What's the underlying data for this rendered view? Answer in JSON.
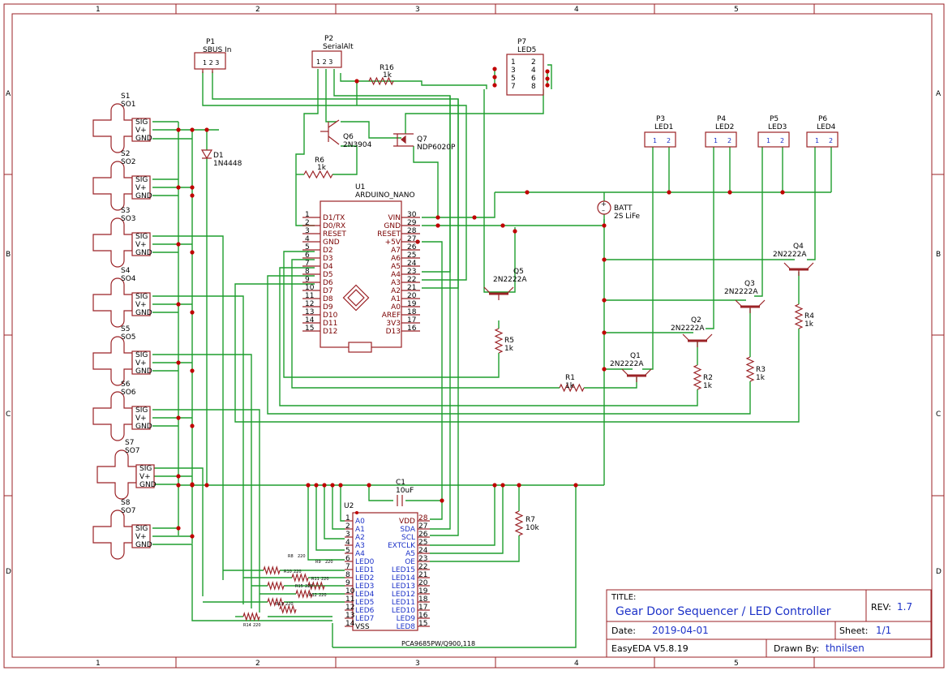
{
  "frame": {
    "columns": [
      "1",
      "2",
      "3",
      "4",
      "5"
    ],
    "rows": [
      "A",
      "B",
      "C",
      "D"
    ]
  },
  "title_block": {
    "title_label": "TITLE:",
    "title": "Gear Door Sequencer / LED Controller",
    "rev_label": "REV:",
    "rev": "1.7",
    "date_label": "Date:",
    "date": "2019-04-01",
    "sheet_label": "Sheet:",
    "sheet": "1/1",
    "tool": "EasyEDA V5.8.19",
    "drawn_label": "Drawn By:",
    "drawn_by": "thnilsen"
  },
  "connectors": {
    "p1": {
      "ref": "P1",
      "name": "SBUS In"
    },
    "p2": {
      "ref": "P2",
      "name": "SerialAlt"
    },
    "p7": {
      "ref": "P7",
      "name": "LED5",
      "pins_left": [
        "1",
        "3",
        "5",
        "7"
      ],
      "pins_right": [
        "2",
        "4",
        "6",
        "8"
      ]
    },
    "leds": [
      {
        "ref": "P3",
        "name": "LED1"
      },
      {
        "ref": "P4",
        "name": "LED2"
      },
      {
        "ref": "P5",
        "name": "LED3"
      },
      {
        "ref": "P6",
        "name": "LED4"
      }
    ]
  },
  "servos": [
    {
      "ref": "S1",
      "name": "SO1"
    },
    {
      "ref": "S2",
      "name": "SO2"
    },
    {
      "ref": "S3",
      "name": "SO3"
    },
    {
      "ref": "S4",
      "name": "SO4"
    },
    {
      "ref": "S5",
      "name": "SO5"
    },
    {
      "ref": "S6",
      "name": "SO6"
    },
    {
      "ref": "S7",
      "name": "SO7"
    },
    {
      "ref": "S8",
      "name": "SO7"
    }
  ],
  "servo_pins": [
    "SIG",
    "V+",
    "GND"
  ],
  "components": {
    "q6": {
      "ref": "Q6",
      "value": "2N3904"
    },
    "q7": {
      "ref": "Q7",
      "value": "NDP6020P"
    },
    "r16": {
      "ref": "R16",
      "value": "1k"
    },
    "r6": {
      "ref": "R6",
      "value": "1k"
    },
    "d1": {
      "ref": "D1",
      "value": "1N4448"
    },
    "batt": {
      "ref": "BATT",
      "value": "2S LiFe"
    },
    "q1": {
      "ref": "Q1",
      "value": "2N2222A"
    },
    "q2": {
      "ref": "Q2",
      "value": "2N2222A"
    },
    "q3": {
      "ref": "Q3",
      "value": "2N2222A"
    },
    "q4": {
      "ref": "Q4",
      "value": "2N2222A"
    },
    "q5": {
      "ref": "Q5",
      "value": "2N2222A"
    },
    "r1": {
      "ref": "R1",
      "value": "1k"
    },
    "r2": {
      "ref": "R2",
      "value": "1k"
    },
    "r3": {
      "ref": "R3",
      "value": "1k"
    },
    "r4": {
      "ref": "R4",
      "value": "1k"
    },
    "r5": {
      "ref": "R5",
      "value": "1k"
    },
    "r7": {
      "ref": "R7",
      "value": "10k"
    },
    "c1": {
      "ref": "C1",
      "value": "10uF"
    }
  },
  "u1": {
    "ref": "U1",
    "name": "ARDUINO_NANO",
    "left_pins": [
      {
        "num": "1",
        "name": "D1/TX"
      },
      {
        "num": "2",
        "name": "D0/RX"
      },
      {
        "num": "3",
        "name": "RESET"
      },
      {
        "num": "4",
        "name": "GND"
      },
      {
        "num": "5",
        "name": "D2"
      },
      {
        "num": "6",
        "name": "D3"
      },
      {
        "num": "7",
        "name": "D4"
      },
      {
        "num": "8",
        "name": "D5"
      },
      {
        "num": "9",
        "name": "D6"
      },
      {
        "num": "10",
        "name": "D7"
      },
      {
        "num": "11",
        "name": "D8"
      },
      {
        "num": "12",
        "name": "D9"
      },
      {
        "num": "13",
        "name": "D10"
      },
      {
        "num": "14",
        "name": "D11"
      },
      {
        "num": "15",
        "name": "D12"
      }
    ],
    "right_pins": [
      {
        "num": "30",
        "name": "VIN"
      },
      {
        "num": "29",
        "name": "GND"
      },
      {
        "num": "28",
        "name": "RESET"
      },
      {
        "num": "27",
        "name": "+5V"
      },
      {
        "num": "26",
        "name": "A7"
      },
      {
        "num": "25",
        "name": "A6"
      },
      {
        "num": "24",
        "name": "A5"
      },
      {
        "num": "23",
        "name": "A4"
      },
      {
        "num": "22",
        "name": "A3"
      },
      {
        "num": "21",
        "name": "A2"
      },
      {
        "num": "20",
        "name": "A1"
      },
      {
        "num": "19",
        "name": "A0"
      },
      {
        "num": "18",
        "name": "AREF"
      },
      {
        "num": "17",
        "name": "3V3"
      },
      {
        "num": "16",
        "name": "D13"
      }
    ]
  },
  "u2": {
    "ref": "U2",
    "part": "PCA9685PW/Q900,118",
    "left_pins": [
      {
        "num": "1",
        "name": "A0"
      },
      {
        "num": "2",
        "name": "A1"
      },
      {
        "num": "3",
        "name": "A2"
      },
      {
        "num": "4",
        "name": "A3"
      },
      {
        "num": "5",
        "name": "A4"
      },
      {
        "num": "6",
        "name": "LED0"
      },
      {
        "num": "7",
        "name": "LED1"
      },
      {
        "num": "8",
        "name": "LED2"
      },
      {
        "num": "9",
        "name": "LED3"
      },
      {
        "num": "10",
        "name": "LED4"
      },
      {
        "num": "11",
        "name": "LED5"
      },
      {
        "num": "12",
        "name": "LED6"
      },
      {
        "num": "13",
        "name": "LED7"
      },
      {
        "num": "14",
        "name": "VSS"
      }
    ],
    "right_pins": [
      {
        "num": "28",
        "name": "VDD"
      },
      {
        "num": "27",
        "name": "SDA"
      },
      {
        "num": "26",
        "name": "SCL"
      },
      {
        "num": "25",
        "name": "EXTCLK"
      },
      {
        "num": "24",
        "name": "A5"
      },
      {
        "num": "23",
        "name": "OE"
      },
      {
        "num": "22",
        "name": "LED15"
      },
      {
        "num": "21",
        "name": "LED14"
      },
      {
        "num": "20",
        "name": "LED13"
      },
      {
        "num": "19",
        "name": "LED12"
      },
      {
        "num": "18",
        "name": "LED11"
      },
      {
        "num": "17",
        "name": "LED10"
      },
      {
        "num": "16",
        "name": "LED9"
      },
      {
        "num": "15",
        "name": "LED8"
      }
    ]
  },
  "u2_resistors": [
    {
      "ref": "R8",
      "value": "220"
    },
    {
      "ref": "R9",
      "value": "220"
    },
    {
      "ref": "R10",
      "value": "220"
    },
    {
      "ref": "R11",
      "value": "220"
    },
    {
      "ref": "R12",
      "value": "220"
    },
    {
      "ref": "R13",
      "value": "220"
    },
    {
      "ref": "R14",
      "value": "220"
    },
    {
      "ref": "R15",
      "value": "220"
    }
  ],
  "colors": {
    "frame": "#9b2226",
    "wire": "#1e9e2e",
    "part": "#9b2226",
    "junction": "#c00000",
    "pin_number": "#1d32c8",
    "title_text": "#1d32c8"
  }
}
